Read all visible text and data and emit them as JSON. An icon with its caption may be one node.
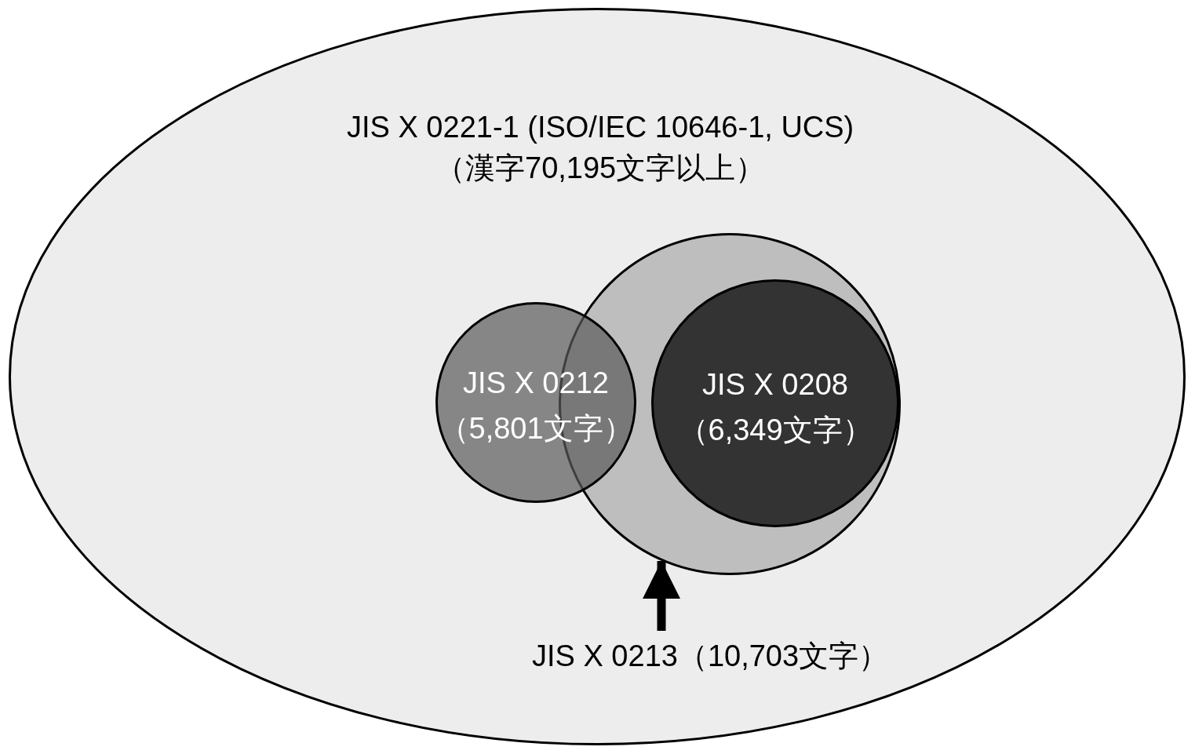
{
  "diagram": {
    "nodes": [
      {
        "text": [
          "JIS X 0221-1 (ISO/IEC 10646-1, UCS)",
          "（漢字70,195文字以上）"
        ]
      },
      {
        "text": [],
        "shape": "circle",
        "in": 0
      },
      {
        "text": [
          "JIS X 0212",
          "（5,801文字）"
        ],
        "in": 0
      },
      {
        "text": [
          "JIS X 0208",
          "（6,349文字）"
        ],
        "in": 1
      },
      {
        "text": [
          "JIS X 0213（10,703文字）"
        ],
        "in": 0
      }
    ],
    "edges": [
      {
        "from": 4,
        "to": 1,
        "arrow": "to"
      }
    ]
  }
}
